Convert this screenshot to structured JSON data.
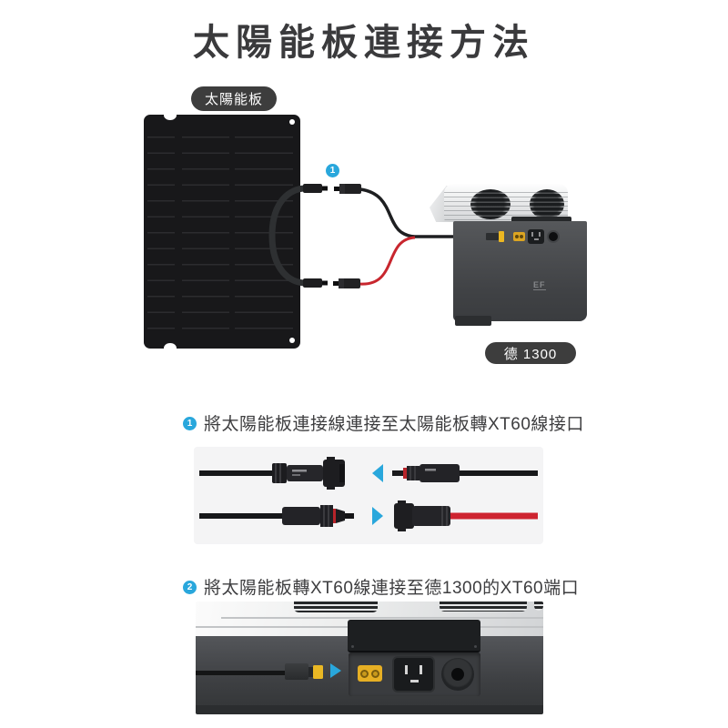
{
  "title": "太陽能板連接方法",
  "labels": {
    "solar_panel": "太陽能板",
    "power_station": "德 1300"
  },
  "steps": [
    {
      "num": "1",
      "text": "將太陽能板連接線連接至太陽能板轉XT60線接口"
    },
    {
      "num": "2",
      "text": "將太陽能板轉XT60線連接至德1300的XT60端口"
    }
  ],
  "icons": {
    "step1_marker": "numbered-circle-1",
    "step2_marker": "numbered-circle-2",
    "arrow_left": "triangle-left",
    "arrow_right": "triangle-right",
    "ecoflow_logo": "EF"
  },
  "colors": {
    "accent_blue": "#29A7DC",
    "label_pill_bg": "#3D3D3D",
    "section_panel_bg": "#F4F4F5",
    "cable_red": "#C8262E",
    "xt60_yellow": "#E9B625",
    "title_text": "#3A3A3C"
  }
}
